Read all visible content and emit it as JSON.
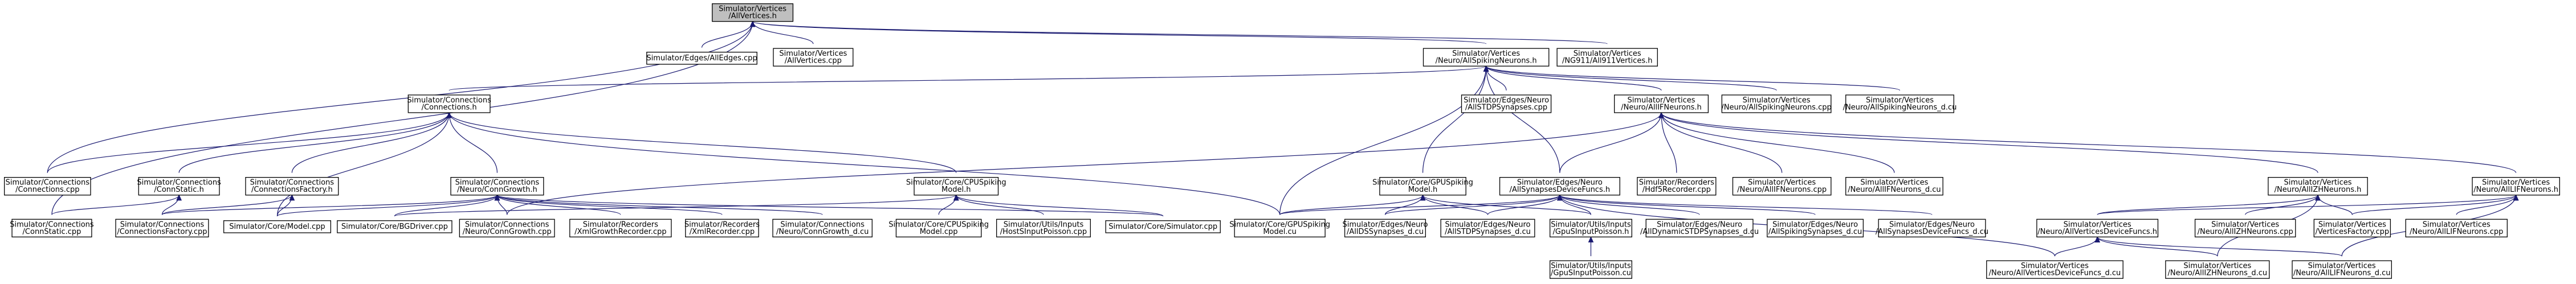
{
  "graph": {
    "nodes": [
      {
        "id": "n0",
        "lines": [
          "Simulator/Vertices",
          "/AllVertices.h"
        ],
        "root": true
      },
      {
        "id": "n1",
        "lines": [
          "Simulator/Edges/AllEdges.cpp"
        ]
      },
      {
        "id": "n2",
        "lines": [
          "Simulator/Vertices",
          "/AllVertices.cpp"
        ]
      },
      {
        "id": "n3",
        "lines": [
          "Simulator/Vertices",
          "/Neuro/AllSpikingNeurons.h"
        ]
      },
      {
        "id": "n4",
        "lines": [
          "Simulator/Vertices",
          "/NG911/All911Vertices.h"
        ]
      },
      {
        "id": "n5",
        "lines": [
          "Simulator/Connections",
          "/Connections.h"
        ]
      },
      {
        "id": "n6",
        "lines": [
          "Simulator/Edges/Neuro",
          "/AllSTDPSynapses.cpp"
        ]
      },
      {
        "id": "n7",
        "lines": [
          "Simulator/Vertices",
          "/Neuro/AllIFNeurons.h"
        ]
      },
      {
        "id": "n8",
        "lines": [
          "Simulator/Vertices",
          "/Neuro/AllSpikingNeurons.cpp"
        ]
      },
      {
        "id": "n9",
        "lines": [
          "Simulator/Vertices",
          "/Neuro/AllSpikingNeurons_d.cu"
        ]
      },
      {
        "id": "n10",
        "lines": [
          "Simulator/Connections",
          "/Connections.cpp"
        ]
      },
      {
        "id": "n11",
        "lines": [
          "Simulator/Connections",
          "/ConnStatic.h"
        ]
      },
      {
        "id": "n12",
        "lines": [
          "Simulator/Connections",
          "/ConnectionsFactory.h"
        ]
      },
      {
        "id": "n13",
        "lines": [
          "Simulator/Connections",
          "/Neuro/ConnGrowth.h"
        ]
      },
      {
        "id": "n14",
        "lines": [
          "Simulator/Core/CPUSpiking",
          "Model.h"
        ]
      },
      {
        "id": "n15",
        "lines": [
          "Simulator/Core/GPUSpiking",
          "Model.h"
        ]
      },
      {
        "id": "n16",
        "lines": [
          "Simulator/Edges/Neuro",
          "/AllSynapsesDeviceFuncs.h"
        ]
      },
      {
        "id": "n17",
        "lines": [
          "Simulator/Recorders",
          "/Hdf5Recorder.cpp"
        ]
      },
      {
        "id": "n18",
        "lines": [
          "Simulator/Vertices",
          "/Neuro/AllIFNeurons.cpp"
        ]
      },
      {
        "id": "n19",
        "lines": [
          "Simulator/Vertices",
          "/Neuro/AllIFNeurons_d.cu"
        ]
      },
      {
        "id": "n20",
        "lines": [
          "Simulator/Vertices",
          "/Neuro/AllIZHNeurons.h"
        ]
      },
      {
        "id": "n21",
        "lines": [
          "Simulator/Vertices",
          "/Neuro/AllLIFNeurons.h"
        ]
      },
      {
        "id": "n22",
        "lines": [
          "Simulator/Connections",
          "/ConnStatic.cpp"
        ]
      },
      {
        "id": "n23",
        "lines": [
          "Simulator/Connections",
          "/ConnectionsFactory.cpp"
        ]
      },
      {
        "id": "n24",
        "lines": [
          "Simulator/Core/Model.cpp"
        ]
      },
      {
        "id": "n25",
        "lines": [
          "Simulator/Core/BGDriver.cpp"
        ]
      },
      {
        "id": "n26",
        "lines": [
          "Simulator/Connections",
          "/Neuro/ConnGrowth.cpp"
        ]
      },
      {
        "id": "n27",
        "lines": [
          "Simulator/Recorders",
          "/XmlGrowthRecorder.cpp"
        ]
      },
      {
        "id": "n28",
        "lines": [
          "Simulator/Recorders",
          "/XmlRecorder.cpp"
        ]
      },
      {
        "id": "n29",
        "lines": [
          "Simulator/Connections",
          "/Neuro/ConnGrowth_d.cu"
        ]
      },
      {
        "id": "n30",
        "lines": [
          "Simulator/Core/CPUSpiking",
          "Model.cpp"
        ]
      },
      {
        "id": "n31",
        "lines": [
          "Simulator/Utils/Inputs",
          "/HostSInputPoisson.cpp"
        ]
      },
      {
        "id": "n32",
        "lines": [
          "Simulator/Core/Simulator.cpp"
        ]
      },
      {
        "id": "n33",
        "lines": [
          "Simulator/Core/GPUSpiking",
          "Model.cu"
        ]
      },
      {
        "id": "n34",
        "lines": [
          "Simulator/Edges/Neuro",
          "/AllDSSynapses_d.cu"
        ]
      },
      {
        "id": "n35",
        "lines": [
          "Simulator/Edges/Neuro",
          "/AllSTDPSynapses_d.cu"
        ]
      },
      {
        "id": "n36",
        "lines": [
          "Simulator/Utils/Inputs",
          "/GpuSInputPoisson.h"
        ]
      },
      {
        "id": "n37",
        "lines": [
          "Simulator/Edges/Neuro",
          "/AllDynamicSTDPSynapses_d.cu"
        ]
      },
      {
        "id": "n38",
        "lines": [
          "Simulator/Edges/Neuro",
          "/AllSpikingSynapses_d.cu"
        ]
      },
      {
        "id": "n39",
        "lines": [
          "Simulator/Edges/Neuro",
          "/AllSynapsesDeviceFuncs_d.cu"
        ]
      },
      {
        "id": "n40",
        "lines": [
          "Simulator/Vertices",
          "/Neuro/AllVerticesDeviceFuncs.h"
        ]
      },
      {
        "id": "n41",
        "lines": [
          "Simulator/Vertices",
          "/Neuro/AllIZHNeurons.cpp"
        ]
      },
      {
        "id": "n42",
        "lines": [
          "Simulator/Vertices",
          "/VerticesFactory.cpp"
        ]
      },
      {
        "id": "n43",
        "lines": [
          "Simulator/Vertices",
          "/Neuro/AllLIFNeurons.cpp"
        ]
      },
      {
        "id": "n44",
        "lines": [
          "Simulator/Utils/Inputs",
          "/GpuSInputPoisson.cu"
        ]
      },
      {
        "id": "n45",
        "lines": [
          "Simulator/Vertices",
          "/Neuro/AllVerticesDeviceFuncs_d.cu"
        ]
      },
      {
        "id": "n46",
        "lines": [
          "Simulator/Vertices",
          "/Neuro/AllIZHNeurons_d.cu"
        ]
      },
      {
        "id": "n47",
        "lines": [
          "Simulator/Vertices",
          "/Neuro/AllLIFNeurons_d.cu"
        ]
      }
    ],
    "edges": [
      [
        "n0",
        "n1"
      ],
      [
        "n0",
        "n2"
      ],
      [
        "n0",
        "n3"
      ],
      [
        "n0",
        "n4"
      ],
      [
        "n0",
        "n10"
      ],
      [
        "n0",
        "n22"
      ],
      [
        "n3",
        "n5"
      ],
      [
        "n3",
        "n6"
      ],
      [
        "n3",
        "n7"
      ],
      [
        "n3",
        "n8"
      ],
      [
        "n3",
        "n9"
      ],
      [
        "n3",
        "n15"
      ],
      [
        "n3",
        "n16"
      ],
      [
        "n3",
        "n33"
      ],
      [
        "n5",
        "n10"
      ],
      [
        "n5",
        "n11"
      ],
      [
        "n5",
        "n12"
      ],
      [
        "n5",
        "n13"
      ],
      [
        "n5",
        "n14"
      ],
      [
        "n5",
        "n24"
      ],
      [
        "n5",
        "n33"
      ],
      [
        "n7",
        "n17"
      ],
      [
        "n7",
        "n18"
      ],
      [
        "n7",
        "n19"
      ],
      [
        "n7",
        "n20"
      ],
      [
        "n7",
        "n21"
      ],
      [
        "n7",
        "n16"
      ],
      [
        "n7",
        "n26"
      ],
      [
        "n11",
        "n22"
      ],
      [
        "n11",
        "n23"
      ],
      [
        "n12",
        "n23"
      ],
      [
        "n12",
        "n24"
      ],
      [
        "n13",
        "n23"
      ],
      [
        "n13",
        "n24"
      ],
      [
        "n13",
        "n25"
      ],
      [
        "n13",
        "n26"
      ],
      [
        "n13",
        "n27"
      ],
      [
        "n13",
        "n28"
      ],
      [
        "n13",
        "n29"
      ],
      [
        "n13",
        "n32"
      ],
      [
        "n14",
        "n25"
      ],
      [
        "n14",
        "n30"
      ],
      [
        "n14",
        "n31"
      ],
      [
        "n14",
        "n32"
      ],
      [
        "n15",
        "n33"
      ],
      [
        "n15",
        "n34"
      ],
      [
        "n15",
        "n35"
      ],
      [
        "n15",
        "n36"
      ],
      [
        "n16",
        "n33"
      ],
      [
        "n16",
        "n34"
      ],
      [
        "n16",
        "n35"
      ],
      [
        "n16",
        "n36"
      ],
      [
        "n16",
        "n37"
      ],
      [
        "n16",
        "n38"
      ],
      [
        "n16",
        "n39"
      ],
      [
        "n16",
        "n45"
      ],
      [
        "n20",
        "n40"
      ],
      [
        "n20",
        "n41"
      ],
      [
        "n20",
        "n42"
      ],
      [
        "n20",
        "n46"
      ],
      [
        "n21",
        "n40"
      ],
      [
        "n21",
        "n42"
      ],
      [
        "n21",
        "n43"
      ],
      [
        "n21",
        "n47"
      ],
      [
        "n36",
        "n44"
      ],
      [
        "n40",
        "n45"
      ],
      [
        "n40",
        "n46"
      ],
      [
        "n40",
        "n47"
      ]
    ]
  }
}
